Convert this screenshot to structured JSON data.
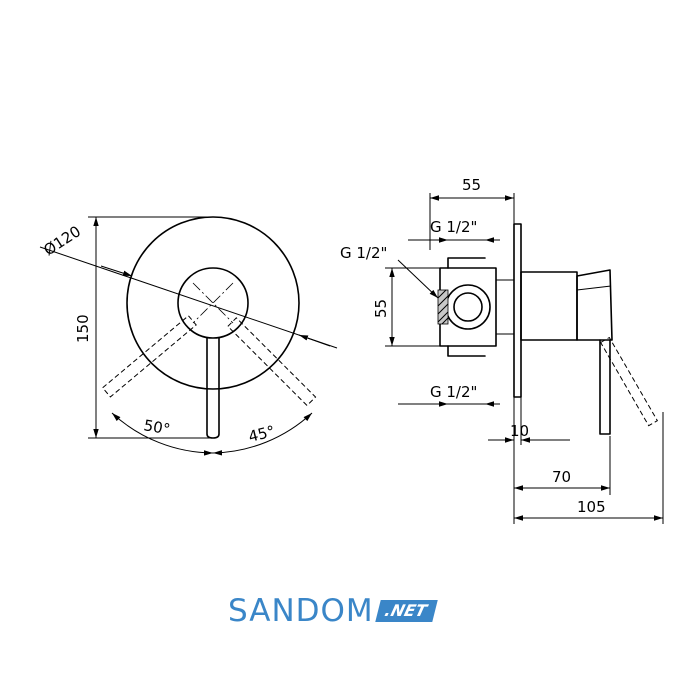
{
  "dimensions": {
    "diameter": "Ø120",
    "height": "150",
    "angle_left": "50°",
    "angle_right": "45°",
    "top_width": "55",
    "thread_top": "G 1/2\"",
    "thread_left": "G 1/2\"",
    "thread_bottom": "G 1/2\"",
    "side_height": "55",
    "plate_thickness": "10",
    "depth_mid": "70",
    "depth_total": "105"
  },
  "logo": {
    "main": "SANDOM",
    "suffix": ".NET",
    "color": "#3a86c8"
  }
}
